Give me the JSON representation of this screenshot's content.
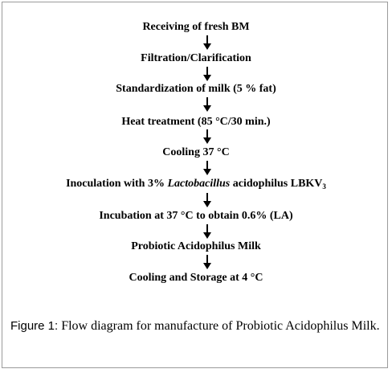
{
  "flow": {
    "steps": [
      {
        "text": "Receiving of fresh BM"
      },
      {
        "text": "Filtration/Clarification"
      },
      {
        "text": "Standardization of milk (5 % fat)"
      },
      {
        "text": "Heat treatment (85 °C/30 min.)"
      },
      {
        "text": "Cooling 37 °C"
      },
      {
        "pre": "Inoculation with 3% ",
        "italic": "Lactobacillus",
        "post": " acidophilus LBKV",
        "sub": "3"
      },
      {
        "text": "Incubation at 37 °C to obtain 0.6% (LA)"
      },
      {
        "text": "Probiotic Acidophilus Milk"
      },
      {
        "text": "Cooling and Storage at 4 °C"
      }
    ],
    "arrow_color": "#000000"
  },
  "caption": {
    "label": "Figure 1:",
    "text": " Flow diagram for manufacture of Probiotic Acidophilus Milk."
  }
}
